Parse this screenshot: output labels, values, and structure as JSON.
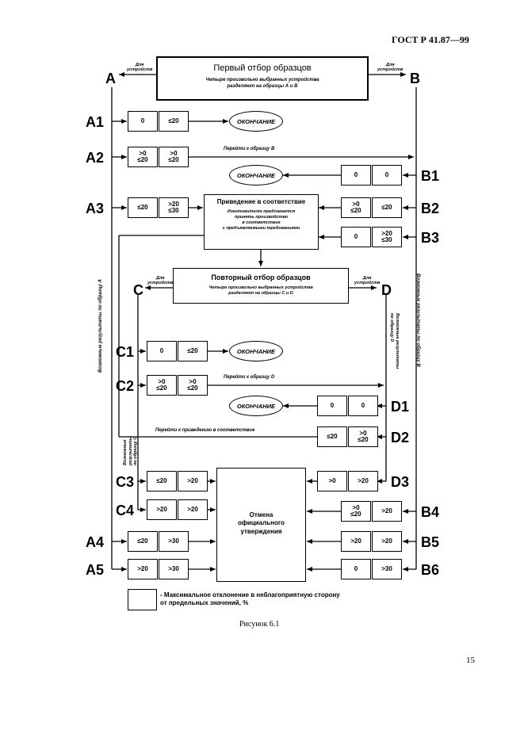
{
  "header": {
    "standard": "ГОСТ Р 41.87—99"
  },
  "caption": "Рисунок 6.1",
  "page_number": "15",
  "top_box": {
    "title": "Первый отбор образцов",
    "subtitle": "Четыре произвольно выбранных устройства\nразделяют на образцы А и В"
  },
  "to_device": "Для\nустройств",
  "labels": {
    "A": "A",
    "B": "B",
    "C": "C",
    "D": "D",
    "A1": "A1",
    "A2": "A2",
    "A3": "A3",
    "A4": "A4",
    "A5": "A5",
    "B1": "B1",
    "B2": "B2",
    "B3": "B3",
    "B4": "B4",
    "B5": "B5",
    "B6": "B6",
    "C1": "C1",
    "C2": "C2",
    "C3": "C3",
    "C4": "C4",
    "D1": "D1",
    "D2": "D2",
    "D3": "D3"
  },
  "end_label": "ОКОНЧАНИЕ",
  "goto_b": "Перейти к образцу В",
  "goto_d": "Перейти к образцу D",
  "goto_conform": "Перейти к приведению в соответствие",
  "conform_box": {
    "title": "Приведение в соответствие",
    "text": "Изготовителю предлагается\nпринять производство\nв соответствие\nс предъявляемыми требованиями"
  },
  "repeat_box": {
    "title": "Повторный отбор образцов",
    "text": "Четыре произвольно выбранных устройства\nразделяют на образцы С и D"
  },
  "cancel_box": "Отмена\nофициального\nутверждения",
  "vertical": {
    "left": "Возможные результаты по образцу А",
    "right": "Возможные результаты по образцу В",
    "c": "Возможные\nрезультаты\nпо образцу C",
    "d": "Возможные результаты\nпо образцу D"
  },
  "cells": {
    "A1": [
      "0",
      "≤20"
    ],
    "A2": [
      ">0\n≤20",
      ">0\n≤20"
    ],
    "A3": [
      "≤20",
      ">20\n≤30"
    ],
    "A4": [
      "≤20",
      ">30"
    ],
    "A5": [
      ">20",
      ">30"
    ],
    "B1": [
      "0",
      "0"
    ],
    "B2": [
      ">0\n≤20",
      "≤20"
    ],
    "B3": [
      "0",
      ">20\n≤30"
    ],
    "B4": [
      ">0\n≤20",
      ">20"
    ],
    "B5": [
      ">20",
      ">20"
    ],
    "B6": [
      "0",
      ">30"
    ],
    "C1": [
      "0",
      "≤20"
    ],
    "C2": [
      ">0\n≤20",
      ">0\n≤20"
    ],
    "C3": [
      "≤20",
      ">20"
    ],
    "C4": [
      ">20",
      ">20"
    ],
    "D1": [
      "0",
      "0"
    ],
    "D2": [
      "≤20",
      ">0\n≤20"
    ],
    "D3": [
      ">0",
      ">20"
    ]
  },
  "legend": "- Максимальное отклонение в неблагоприятную сторону\nот предельных значений, %"
}
